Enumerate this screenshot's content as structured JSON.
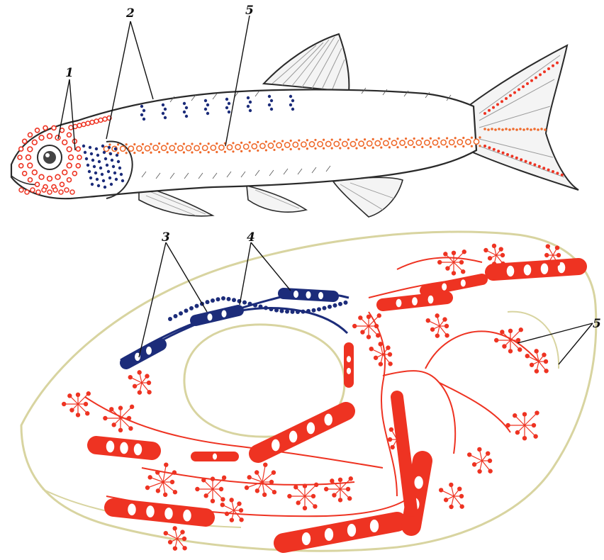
{
  "labels": {
    "l1": "1",
    "l2": "2",
    "l3": "3",
    "l4": "4",
    "l5_top": "5",
    "l5_right": "5"
  },
  "colors": {
    "red": "#ee3322",
    "orange": "#ef6a2c",
    "blue": "#1c2c7a",
    "outline": "#2a2a2a",
    "head_outline": "#d8d4a0",
    "fin": "#9a9a9a"
  }
}
